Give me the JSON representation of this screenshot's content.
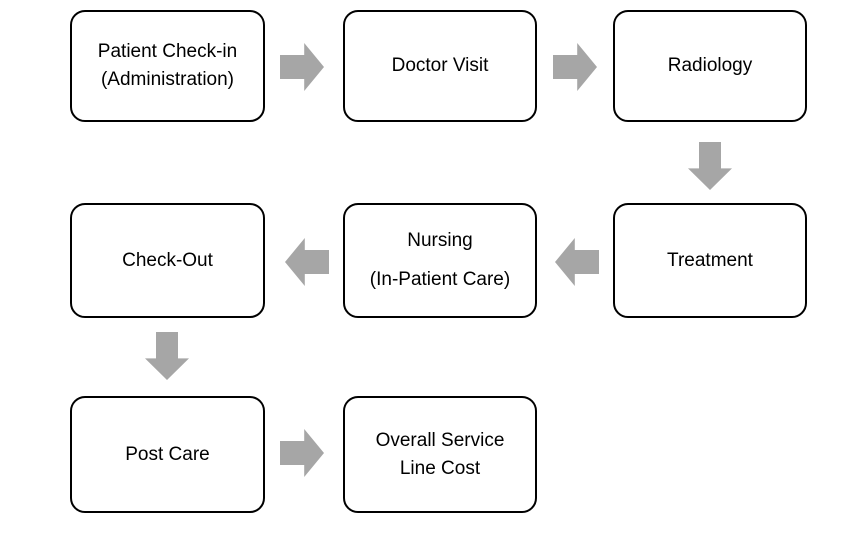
{
  "diagram": {
    "type": "flowchart",
    "description": "Patient service line flow diagram",
    "colors": {
      "arrow": "#a6a6a6",
      "box_border": "#000000",
      "box_fill": "#ffffff",
      "text": "#000000",
      "background": "#ffffff"
    },
    "boxes": [
      {
        "id": "patient-check-in",
        "line1": "Patient Check-in",
        "line2": "(Administration)"
      },
      {
        "id": "doctor-visit",
        "line1": "Doctor Visit"
      },
      {
        "id": "radiology",
        "line1": "Radiology"
      },
      {
        "id": "check-out",
        "line1": "Check-Out"
      },
      {
        "id": "nursing",
        "line1": "Nursing",
        "line2": "(In-Patient Care)"
      },
      {
        "id": "treatment",
        "line1": "Treatment"
      },
      {
        "id": "post-care",
        "line1": "Post Care"
      },
      {
        "id": "overall-service-line-cost",
        "line1": "Overall Service",
        "line2": "Line Cost"
      }
    ],
    "arrows": [
      {
        "id": "checkin-to-doctor",
        "direction": "right"
      },
      {
        "id": "doctor-to-radiology",
        "direction": "right"
      },
      {
        "id": "radiology-to-treatment",
        "direction": "down"
      },
      {
        "id": "treatment-to-nursing",
        "direction": "left"
      },
      {
        "id": "nursing-to-checkout",
        "direction": "left"
      },
      {
        "id": "checkout-to-postcare",
        "direction": "down"
      },
      {
        "id": "postcare-to-overall",
        "direction": "right"
      }
    ]
  }
}
